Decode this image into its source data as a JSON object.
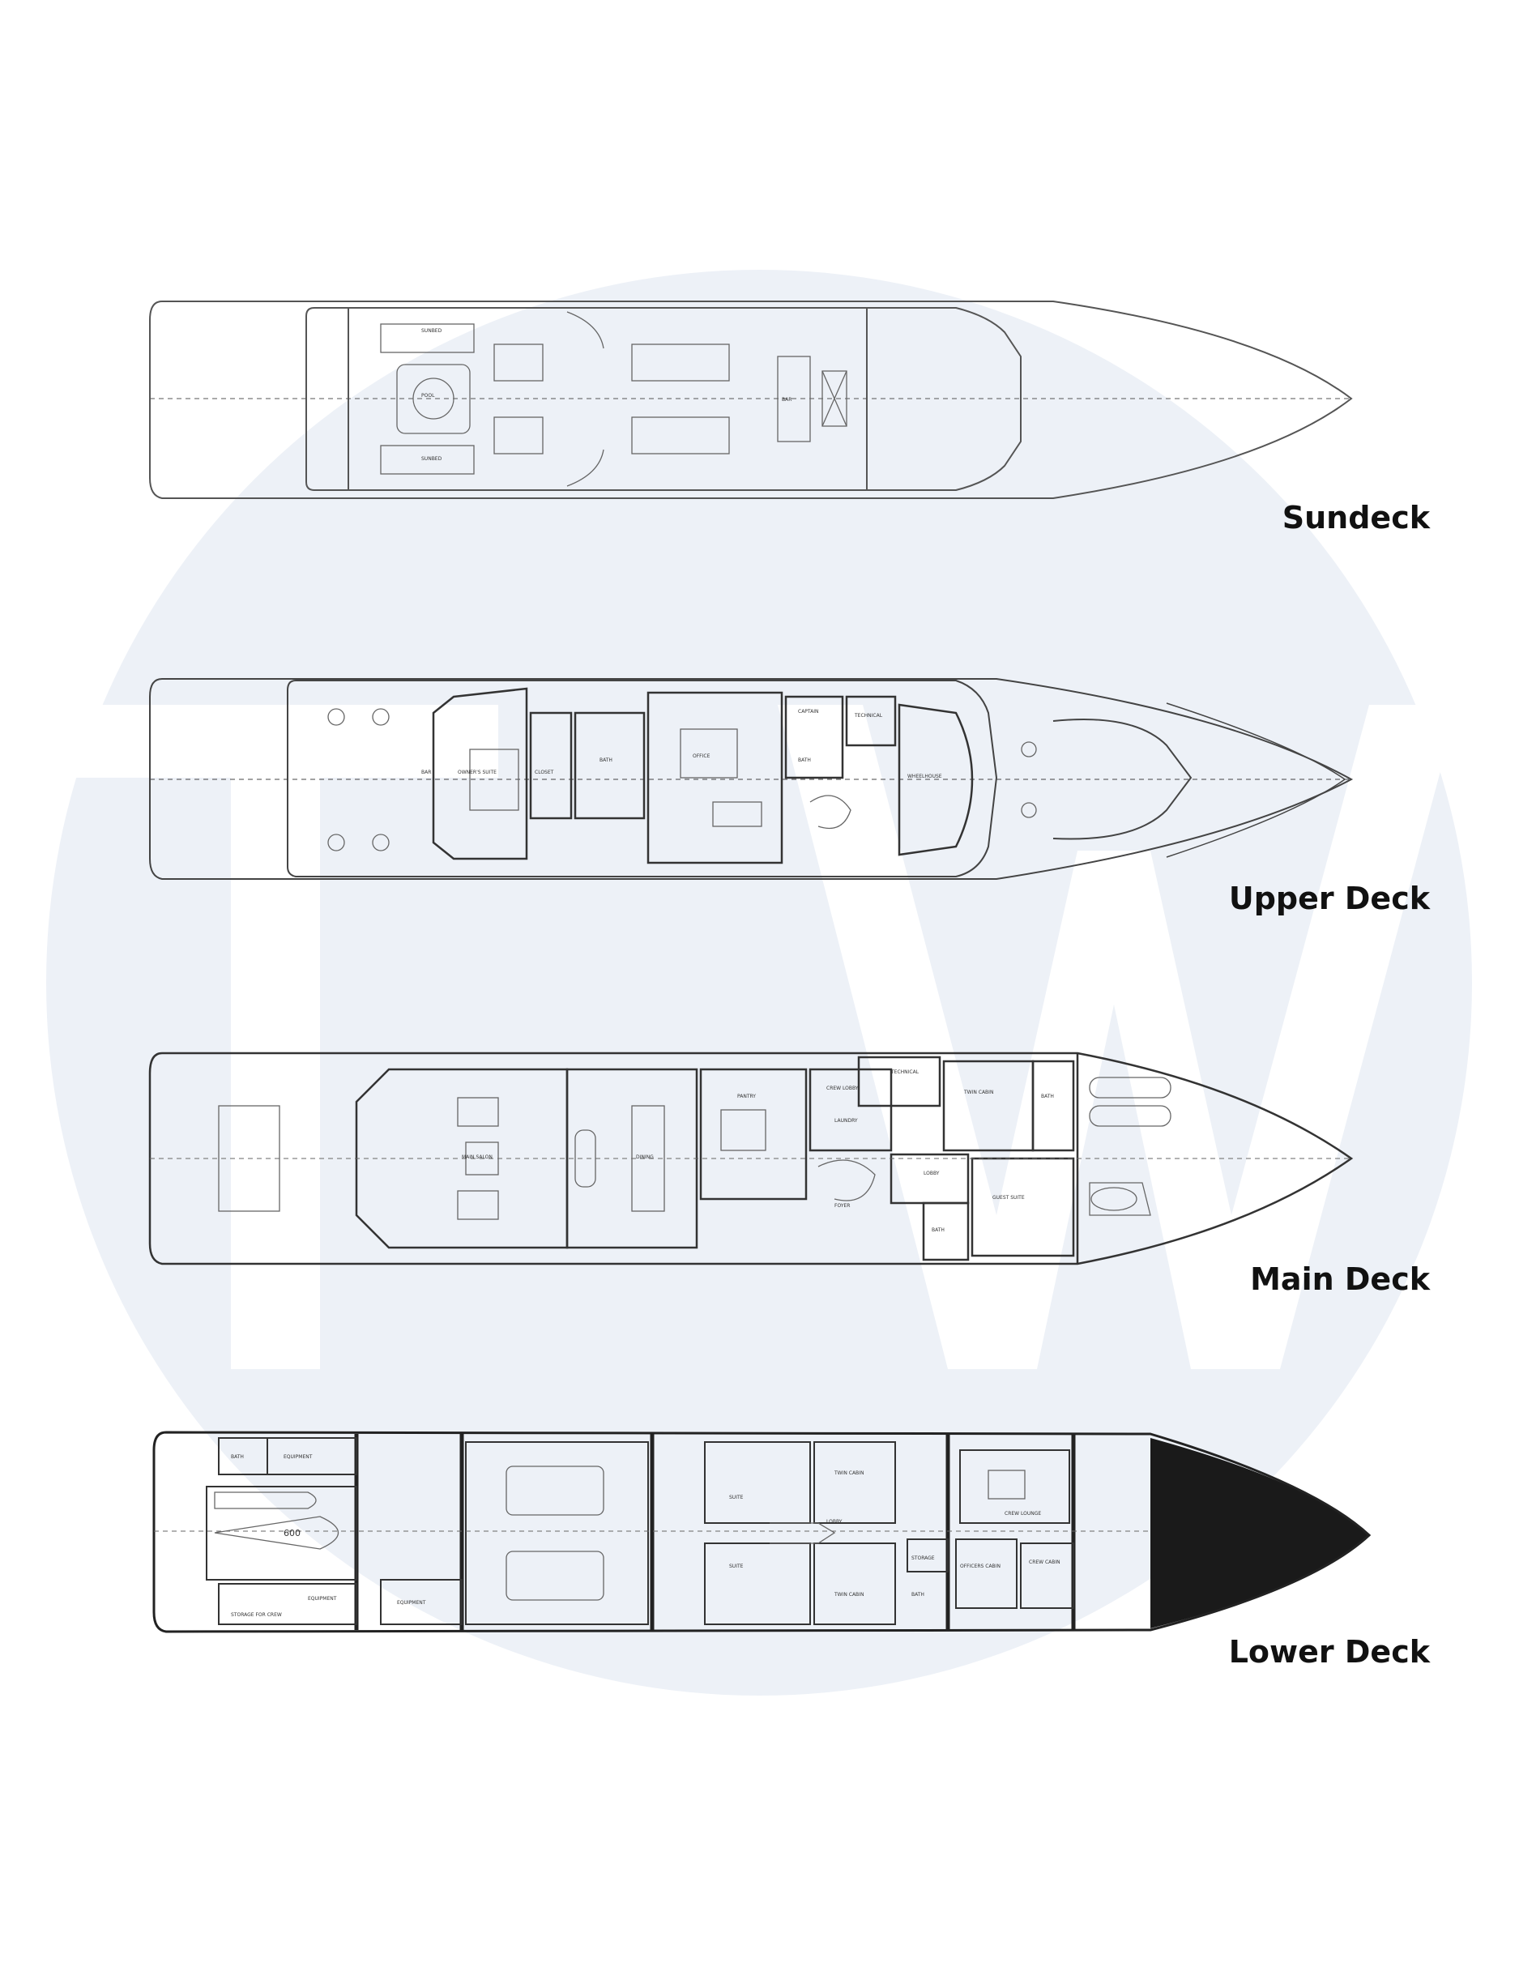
{
  "watermark": {
    "letters": "TW",
    "circle_color": "#edf1f7",
    "letter_color": "#ffffff"
  },
  "decks": [
    {
      "label": "Sundeck"
    },
    {
      "label": "Upper Deck"
    },
    {
      "label": "Main Deck"
    },
    {
      "label": "Lower Deck"
    }
  ],
  "rooms": {
    "sundeck": [
      "POOL",
      "SUNBED",
      "SUNBED",
      "BAR"
    ],
    "upper": [
      "OWNER'S SUITE",
      "CLOSET",
      "BATH",
      "OFFICE",
      "CAPTAIN",
      "BATH",
      "TECHNICAL",
      "WHEELHOUSE",
      "BAR"
    ],
    "main": [
      "MAIN SALON",
      "DINING",
      "PANTRY",
      "CREW LOBBY",
      "LAUNDRY",
      "TECHNICAL",
      "TWIN CABIN",
      "BATH",
      "GUEST SUITE",
      "LOBBY",
      "FOYER",
      "BATH"
    ],
    "lower": [
      "EQUIPMENT",
      "BATH",
      "STORAGE FOR CREW",
      "EQUIPMENT",
      "EQUIPMENT",
      "SUITE",
      "SUITE",
      "LOBBY",
      "TWIN CABIN",
      "TWIN CABIN",
      "STORAGE",
      "BATH",
      "CREW LOUNGE",
      "CREW CABIN",
      "OFFICERS CABIN",
      "600"
    ]
  },
  "colors": {
    "line": "#444444",
    "hull_dark": "#1a1a1a",
    "text": "#111111"
  }
}
